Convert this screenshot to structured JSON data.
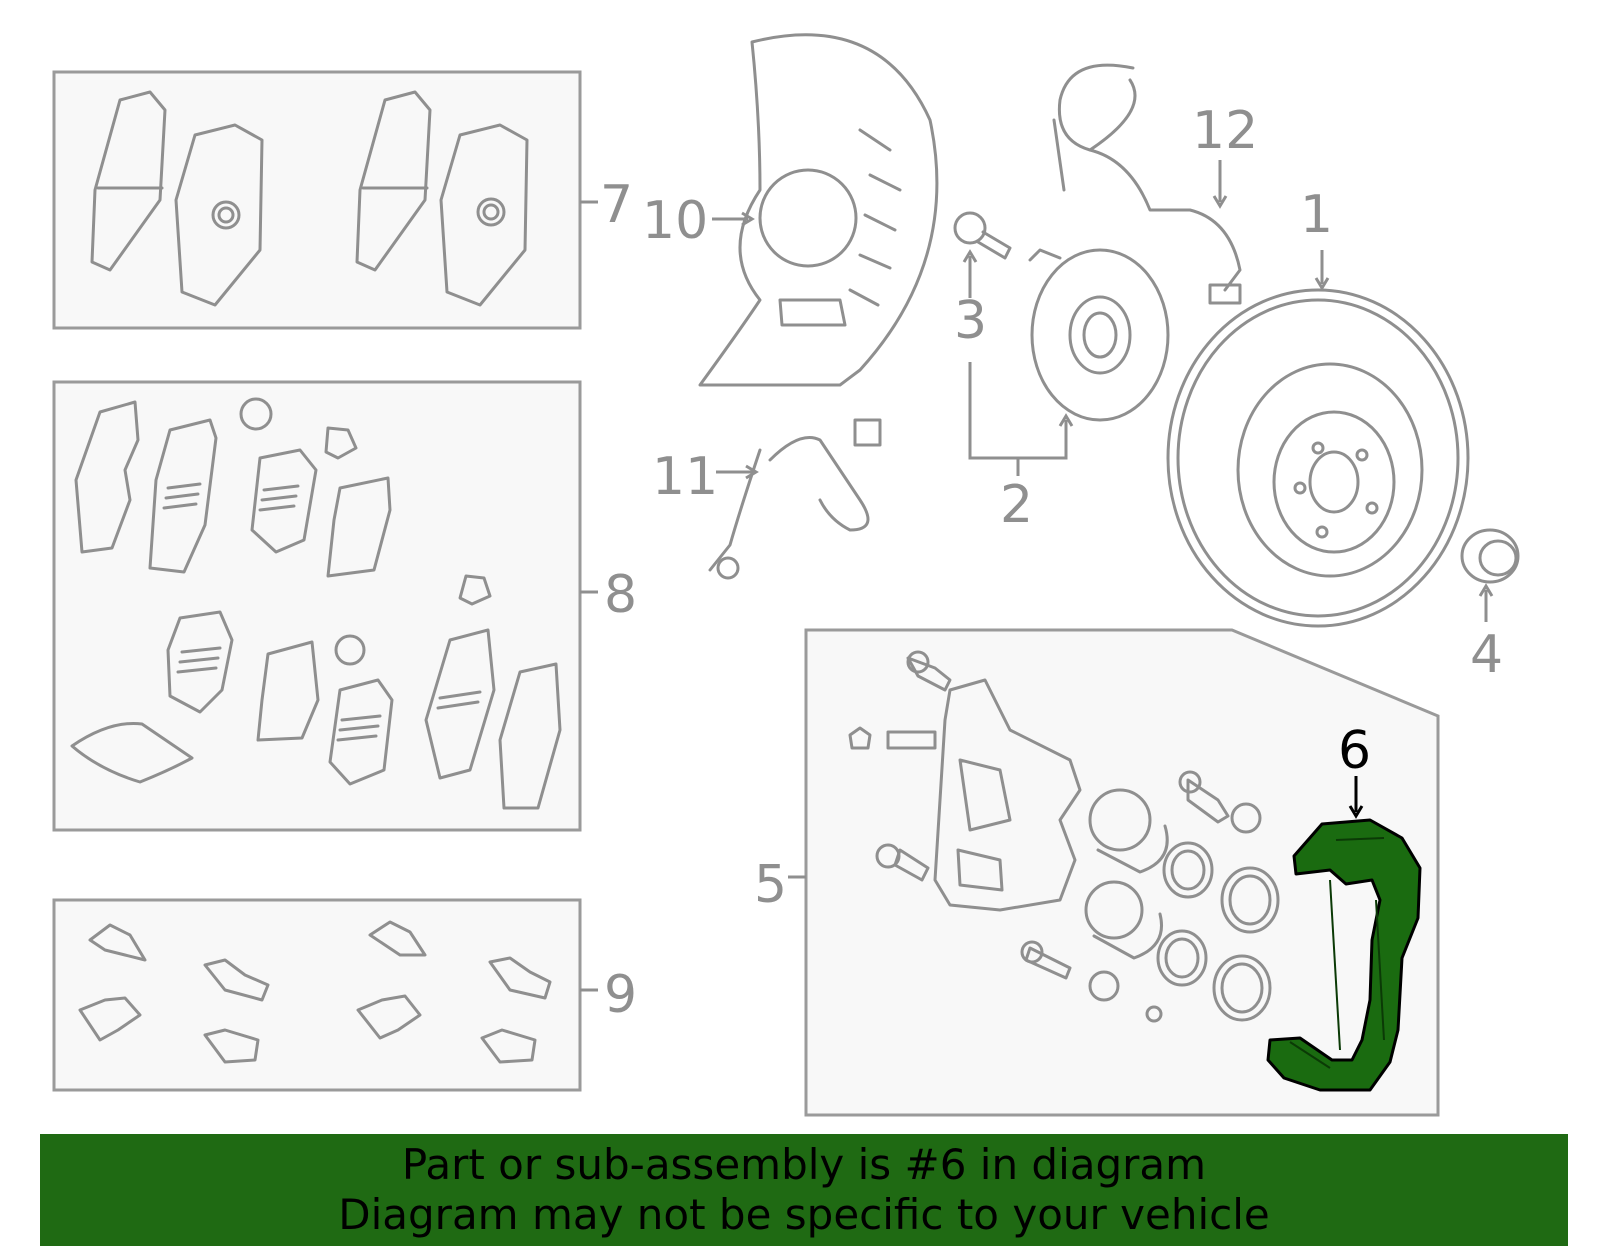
{
  "diagram": {
    "callouts": {
      "c1": "1",
      "c2": "2",
      "c3": "3",
      "c4": "4",
      "c5": "5",
      "c6": "6",
      "c7": "7",
      "c8": "8",
      "c9": "9",
      "c10": "10",
      "c11": "11",
      "c12": "12"
    },
    "highlighted_part": "6",
    "highlight_color": "#1a6b10",
    "line_color": "#8f8f8f"
  },
  "banner": {
    "line1": "Part or sub-assembly is #6 in diagram",
    "line2": "Diagram may not be specific to your vehicle",
    "background": "#1f6a13"
  }
}
